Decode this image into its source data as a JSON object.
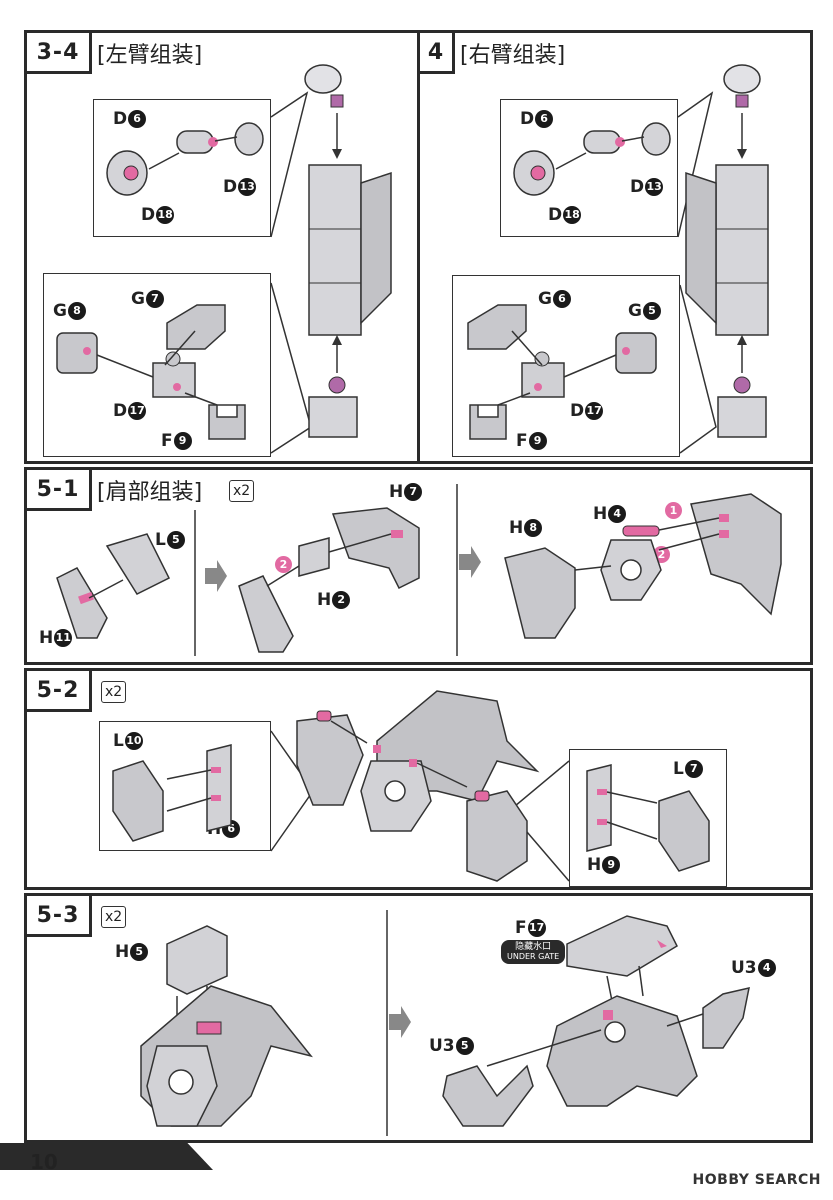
{
  "steps": {
    "s34": {
      "no": "3-4",
      "title": "[左臂组装]"
    },
    "s4": {
      "no": "4",
      "title": "[右臂组装]"
    },
    "s51": {
      "no": "5-1",
      "title": "[肩部组装]",
      "mult": "x2"
    },
    "s52": {
      "no": "5-2",
      "mult": "x2"
    },
    "s53": {
      "no": "5-3",
      "mult": "x2"
    }
  },
  "parts": {
    "s34": {
      "d6": {
        "letter": "D",
        "num": "6"
      },
      "d13": {
        "letter": "D",
        "num": "13"
      },
      "d18": {
        "letter": "D",
        "num": "18"
      },
      "g8": {
        "letter": "G",
        "num": "8"
      },
      "g7": {
        "letter": "G",
        "num": "7"
      },
      "d17": {
        "letter": "D",
        "num": "17"
      },
      "f9": {
        "letter": "F",
        "num": "9"
      }
    },
    "s4": {
      "d6": {
        "letter": "D",
        "num": "6"
      },
      "d13": {
        "letter": "D",
        "num": "13"
      },
      "d18": {
        "letter": "D",
        "num": "18"
      },
      "g6": {
        "letter": "G",
        "num": "6"
      },
      "g5": {
        "letter": "G",
        "num": "5"
      },
      "d17": {
        "letter": "D",
        "num": "17"
      },
      "f9": {
        "letter": "F",
        "num": "9"
      }
    },
    "s51": {
      "l5": {
        "letter": "L",
        "num": "5"
      },
      "h11": {
        "letter": "H",
        "num": "11"
      },
      "h7": {
        "letter": "H",
        "num": "7"
      },
      "h2": {
        "letter": "H",
        "num": "2"
      },
      "h8": {
        "letter": "H",
        "num": "8"
      },
      "h4": {
        "letter": "H",
        "num": "4"
      }
    },
    "s52": {
      "l10": {
        "letter": "L",
        "num": "10"
      },
      "h6": {
        "letter": "H",
        "num": "6"
      },
      "l7": {
        "letter": "L",
        "num": "7"
      },
      "h9": {
        "letter": "H",
        "num": "9"
      }
    },
    "s53": {
      "h5": {
        "letter": "H",
        "num": "5"
      },
      "f17": {
        "letter": "F",
        "num": "17"
      },
      "u34": {
        "letter": "U3",
        "num": "4"
      },
      "u35": {
        "letter": "U3",
        "num": "5"
      }
    }
  },
  "order_marks": {
    "one": "1",
    "two": "2"
  },
  "gate": {
    "cn": "隐藏水口",
    "en": "UNDER GATE"
  },
  "footer": {
    "page": "10",
    "brand": "HOBBY SEARCH"
  },
  "colors": {
    "pink": "#e26aa2",
    "ink": "#2a2a2a",
    "part": "#c8c8cc"
  }
}
